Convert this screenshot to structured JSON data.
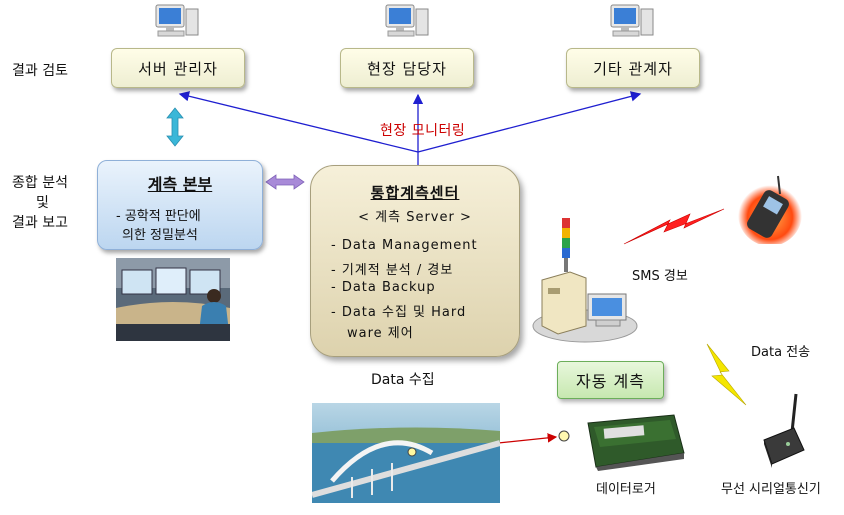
{
  "left_labels": {
    "review": "결과 검토",
    "analysis_line1": "종합 분석",
    "analysis_line2": "및",
    "analysis_line3": "결과 보고"
  },
  "roles": {
    "server_admin": "서버 관리자",
    "site_manager": "현장 담당자",
    "other_parties": "기타 관계자"
  },
  "monitoring_label": "현장 모니터링",
  "hq": {
    "title": "계측 본부",
    "desc_line1": "- 공학적 판단에",
    "desc_line2": "의한 정밀분석"
  },
  "center": {
    "title": "통합계측센터",
    "subtitle": "< 계측 Server >",
    "items": [
      "- Data Management",
      "- 기계적 분석 / 경보",
      "- Data Backup",
      "- Data 수집 및 Hard",
      "ware 제어"
    ]
  },
  "data_collection_label": "Data 수집",
  "auto_measure": "자동 계측",
  "sms_alert": "SMS 경보",
  "data_transfer": "Data 전송",
  "data_logger": "데이터로거",
  "wireless_modem": "무선 시리얼통신기",
  "colors": {
    "arrow_blue": "#1f1fd0",
    "monitor_red": "#cc0000",
    "lightning_red": "#ff2020",
    "lightning_yellow": "#f4e600",
    "cyan_arrow": "#3ab7d8",
    "purple_arrow": "#a88ad8"
  }
}
